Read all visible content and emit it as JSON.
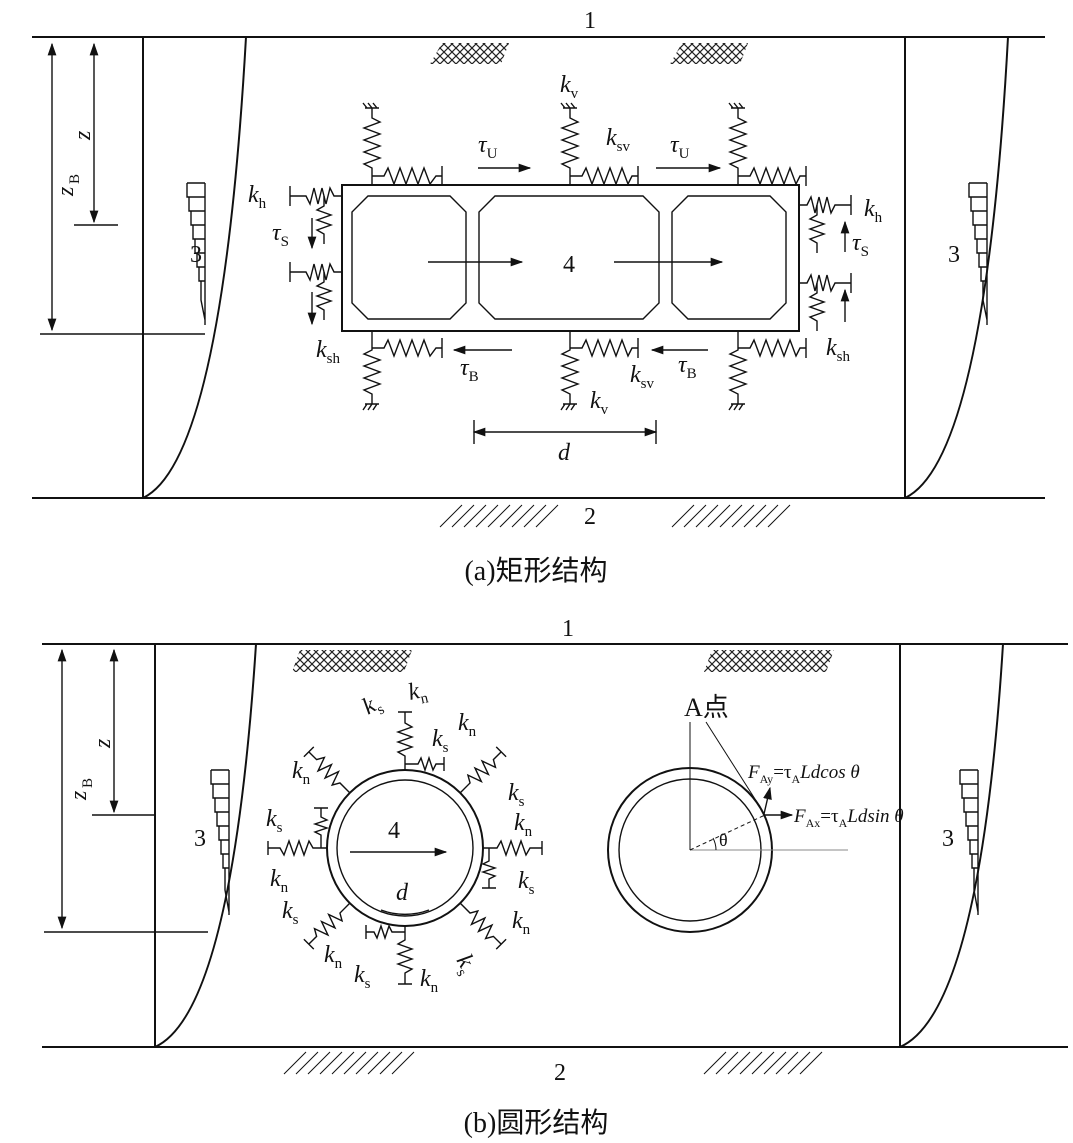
{
  "panel_a": {
    "caption": "(a)矩形结构",
    "label_surface": "1",
    "label_base": "2",
    "label_side_left": "3",
    "label_side_right": "3",
    "label_structure": "4",
    "depth_z": "z",
    "depth_zb": "z",
    "depth_zb_sub": "B",
    "kv": "k",
    "kv_sub": "v",
    "ksv": "k",
    "ksv_sub": "sv",
    "kh": "k",
    "kh_sub": "h",
    "ksh": "k",
    "ksh_sub": "sh",
    "tau": "τ",
    "tau_u_sub": "U",
    "tau_b_sub": "B",
    "tau_s_sub": "S",
    "width_d": "d"
  },
  "panel_b": {
    "caption": "(b)圆形结构",
    "label_surface": "1",
    "label_base": "2",
    "label_side_left": "3",
    "label_side_right": "3",
    "label_structure": "4",
    "depth_z": "z",
    "depth_zb": "z",
    "depth_zb_sub": "B",
    "kn": "k",
    "kn_sub": "n",
    "ks": "k",
    "ks_sub": "s",
    "arc_d": "d",
    "point_a": "A点",
    "theta": "θ",
    "f_ay_base": "F",
    "f_ay_sub": "Ay",
    "f_ay_eq": "=τ",
    "f_ay_eq_sub": "A",
    "f_ay_tail": "Ldcos θ",
    "f_ax_base": "F",
    "f_ax_sub": "Ax",
    "f_ax_eq": "=τ",
    "f_ax_eq_sub": "A",
    "f_ax_tail": "Ldsin θ"
  }
}
